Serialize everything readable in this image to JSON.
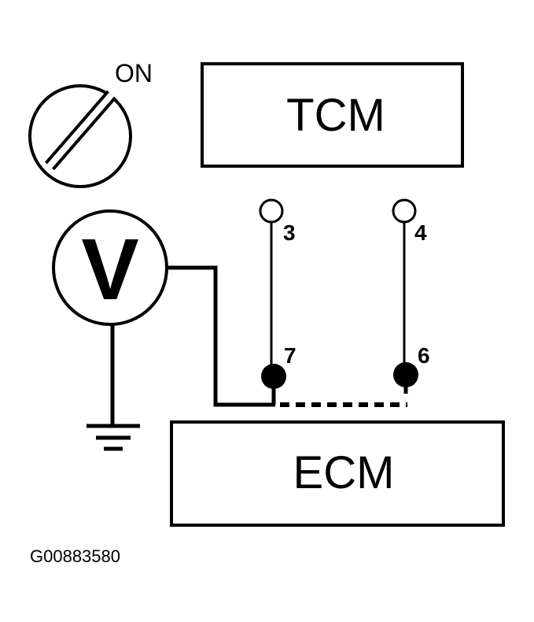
{
  "ignition": {
    "state_label": "ON"
  },
  "modules": {
    "tcm": {
      "label": "TCM"
    },
    "ecm": {
      "label": "ECM"
    }
  },
  "meter": {
    "symbol": "V"
  },
  "terminals": {
    "tcm_left": "3",
    "tcm_right": "4",
    "ecm_left": "7",
    "ecm_right": "6"
  },
  "figure_code": "G00883580"
}
